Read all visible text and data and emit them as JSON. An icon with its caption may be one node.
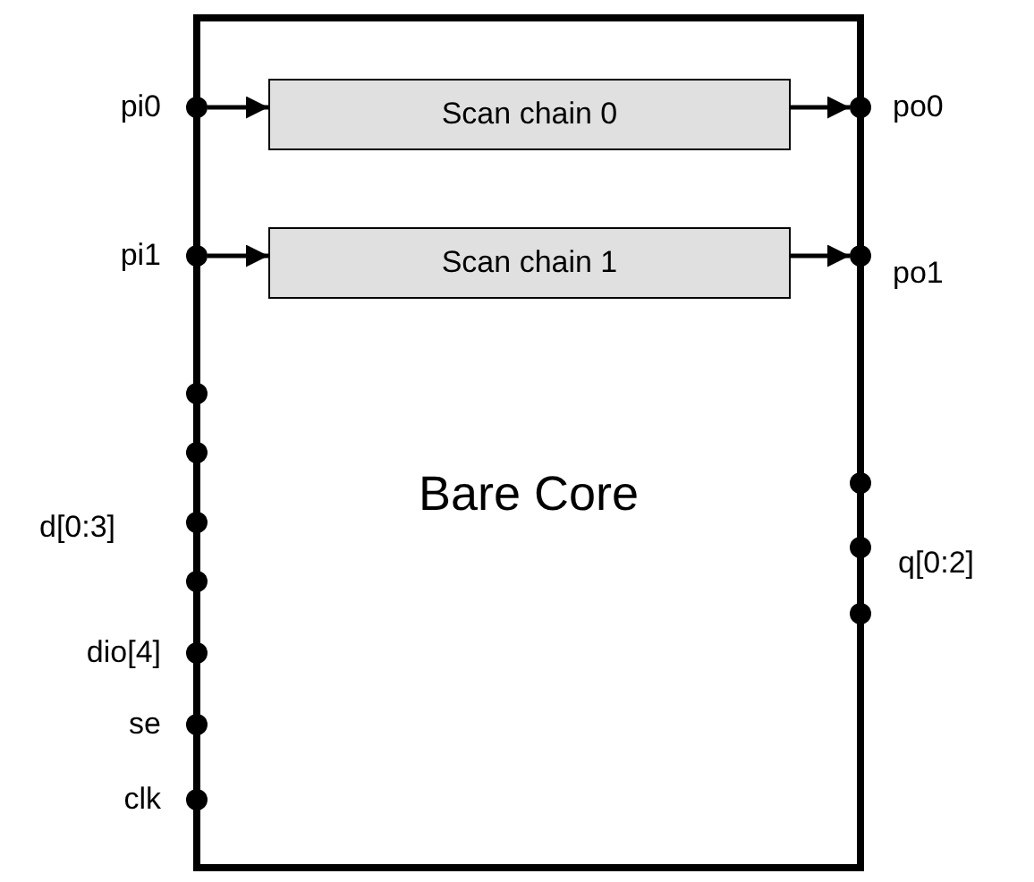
{
  "diagram": {
    "nodes": [
      {
        "text": [
          "Bare Core"
        ]
      },
      {
        "text": [
          "Scan chain 0"
        ],
        "in": 0
      },
      {
        "text": [
          "Scan chain 1"
        ],
        "in": 0
      },
      {
        "text": [],
        "shape": "circle",
        "beside": [
          "pi0"
        ]
      },
      {
        "text": [],
        "shape": "circle",
        "beside": [
          "po0"
        ]
      },
      {
        "text": [],
        "shape": "circle",
        "beside": [
          "pi1"
        ]
      },
      {
        "text": [],
        "shape": "circle",
        "beside": [
          "po1"
        ]
      },
      {
        "text": [],
        "shape": "circle"
      },
      {
        "text": [],
        "shape": "circle"
      },
      {
        "text": [],
        "shape": "circle"
      },
      {
        "text": [],
        "shape": "circle"
      },
      {
        "text": [],
        "shape": "circle"
      },
      {
        "text": [],
        "shape": "circle"
      },
      {
        "text": [],
        "shape": "circle"
      },
      {
        "text": [],
        "shape": "circle",
        "beside": [
          "dio[4]"
        ]
      },
      {
        "text": [],
        "shape": "circle",
        "beside": [
          "se"
        ]
      },
      {
        "text": [],
        "shape": "circle",
        "beside": [
          "clk"
        ]
      }
    ],
    "edges": [
      {
        "from": 3,
        "to": 1,
        "arrow": "to"
      },
      {
        "from": 1,
        "to": 4,
        "arrow": "to"
      },
      {
        "from": 5,
        "to": 2,
        "arrow": "to"
      },
      {
        "from": 2,
        "to": 6,
        "arrow": "to"
      }
    ],
    "labels": [
      "d[0:3]",
      "q[0:2]"
    ]
  }
}
